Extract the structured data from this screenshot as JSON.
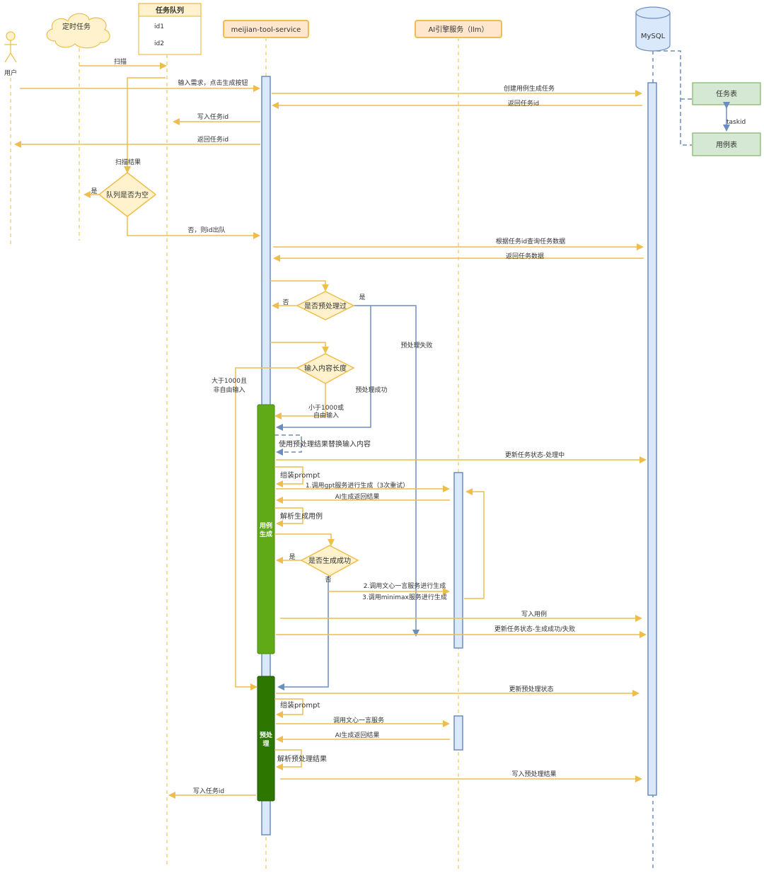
{
  "participants": {
    "user": "用户",
    "scheduler": "定时任务",
    "queue_title": "任务队列",
    "queue_items": [
      "id1",
      "id2"
    ],
    "service": "meijian-tool-service",
    "ai": "AI引擎服务（llm）",
    "mysql": "MySQL"
  },
  "side_tables": {
    "task_table": "任务表",
    "case_table": "用例表",
    "relation": "taskid"
  },
  "messages": {
    "scan": "扫描",
    "input_request": "输入需求，点击生成按钮",
    "create_task": "创建用例生成任务",
    "return_task_id_db": "返回任务id",
    "write_task_id": "写入任务id",
    "return_task_id_user": "返回任务id",
    "scan_result": "扫描结果",
    "queue_empty": "队列是否为空",
    "yes_empty": "是",
    "dequeue": "否，则id出队",
    "query_task": "根据任务id查询任务数据",
    "return_task_data": "返回任务数据",
    "preprocessed_q": "是否预处理过",
    "no": "否",
    "yes": "是",
    "preprocess_fail": "预处理失败",
    "input_length_q": "输入内容长度",
    "gt1000_line1": "大于1000且",
    "gt1000_line2": "非自由输入",
    "preprocess_success": "预处理成功",
    "lt1000_line1": "小于1000或",
    "lt1000_line2": "自由输入",
    "use_preprocess": "使用预处理结果替换输入内容",
    "update_processing": "更新任务状态-处理中",
    "assemble_prompt": "组装prompt",
    "call_gpt": "1.调用gpt服务进行生成（3次重试）",
    "ai_return": "AI生成返回结果",
    "parse_case": "解析生成用例",
    "gen_success_q": "是否生成成功",
    "gen_yes": "是",
    "gen_no": "否",
    "call_wenxin": "2.调用文心一言服务进行生成",
    "call_minimax": "3.调用minimax服务进行生成",
    "write_case": "写入用例",
    "update_result": "更新任务状态-生成成功/失败",
    "update_preprocess_status": "更新预处理状态",
    "assemble_prompt2": "组装prompt",
    "call_wenxin2": "调用文心一言服务",
    "ai_return2": "AI生成返回结果",
    "parse_preprocess": "解析预处理结果",
    "write_preprocess": "写入预处理结果",
    "write_task_id2": "写入任务id"
  },
  "activations": {
    "case_gen_line1": "用例",
    "case_gen_line2": "生成",
    "preprocess_line1": "预处",
    "preprocess_line2": "理"
  },
  "colors": {
    "yellow_line": "#f2d27a",
    "yellow_arrow": "#eebd4c",
    "blue_line": "#6c8ebf",
    "activation_fill": "#dae8fc",
    "green_gen": "#60a917",
    "green_pre": "#2d7600",
    "decision_fill": "#fff2cc",
    "participant_fill": "#ffe6cc",
    "table_fill": "#d5e8d4",
    "table_stroke": "#82b366"
  }
}
